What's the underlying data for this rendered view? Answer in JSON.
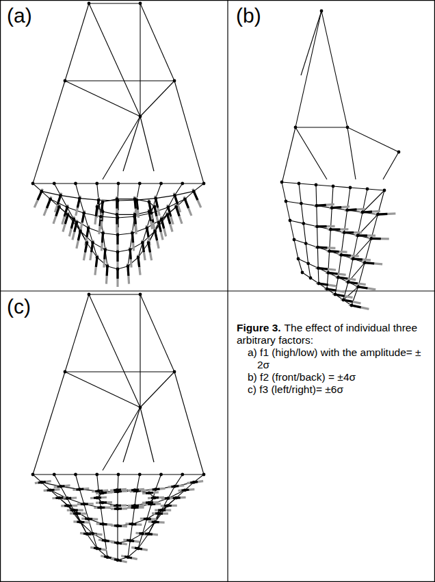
{
  "diagram": {
    "labels": [
      "(a)",
      "(b)",
      "(c)",
      "Figure 3.",
      "The effect of individual three arbitrary factors:",
      "a) f1 (high/low) with the amplitude= ± 2σ",
      "b) f2 (front/back) = ±4σ",
      "c) f3 (left/right)= ±6σ"
    ]
  }
}
